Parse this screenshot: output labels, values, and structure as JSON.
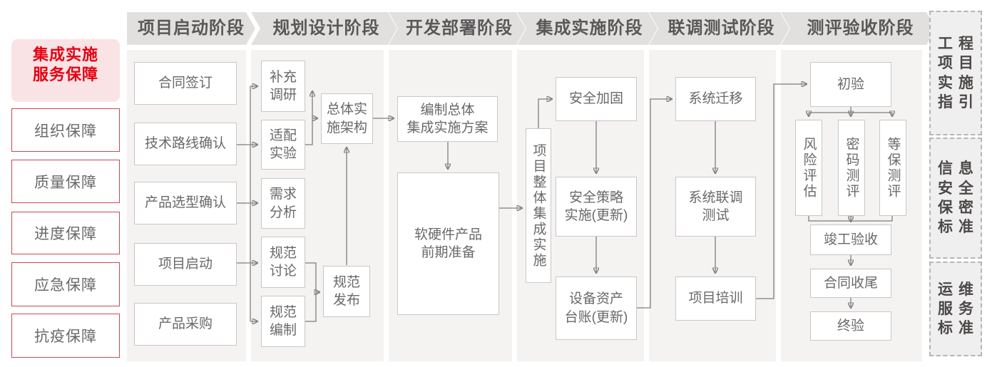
{
  "palette": {
    "accent_red_text": "#e60012",
    "pink_title_bg": "#fae3e5",
    "red_box_border": "#c64a56",
    "stage_header_bg": "#e2e0df",
    "stage_header_text": "#595757",
    "column_panel_bg": "#f4f3f2",
    "node_border": "#c9c7c7",
    "node_text": "#6a6868",
    "arrow_line": "#7f7d7d",
    "dashed_box_bg": "#f0efef",
    "dashed_box_border": "#b7b5b5",
    "dashed_box_text": "#4c4948"
  },
  "left_sidebar": {
    "title": "集成实施\n服务保障",
    "items": [
      "组织保障",
      "质量保障",
      "进度保障",
      "应急保障",
      "抗疫保障"
    ]
  },
  "stages": [
    {
      "header": "项目启动阶段"
    },
    {
      "header": "规划设计阶段"
    },
    {
      "header": "开发部署阶段"
    },
    {
      "header": "集成实施阶段"
    },
    {
      "header": "联调测试阶段"
    },
    {
      "header": "测评验收阶段"
    }
  ],
  "nodes": {
    "contract_signing": "合同签订",
    "tech_route_confirm": "技术路线确认",
    "product_selection_confirm": "产品选型确认",
    "project_kickoff": "项目启动",
    "product_procurement": "产品采购",
    "supplementary_research": "补充\n调研",
    "adaptation_test": "适配\n实验",
    "requirement_analysis": "需求\n分析",
    "spec_discussion": "规范\n讨论",
    "spec_drafting": "规范\n编制",
    "overall_impl_architecture": "总体实\n施架构",
    "spec_release": "规范\n发布",
    "overall_integration_plan": "编制总体\n集成实施方案",
    "hw_sw_preparation": "软硬件产品\n前期准备",
    "project_overall_integration": "项目整体集成实施",
    "security_hardening": "安全加固",
    "security_policy_impl": "安全策略\n实施(更新)",
    "asset_ledger_update": "设备资产\n台账(更新)",
    "system_migration": "系统迁移",
    "system_joint_test": "系统联调\n测试",
    "project_training": "项目培训",
    "preliminary_acceptance": "初验",
    "risk_assessment": "风险评估",
    "crypto_testing": "密码测评",
    "classified_protection_testing": "等保测评",
    "completion_acceptance": "竣工验收",
    "contract_closure": "合同收尾",
    "final_acceptance": "终验"
  },
  "right_sidebar": {
    "items": [
      "工程\n项目\n实施\n指引",
      "信息\n安全\n保密\n标准",
      "运维\n服务\n标准"
    ]
  }
}
